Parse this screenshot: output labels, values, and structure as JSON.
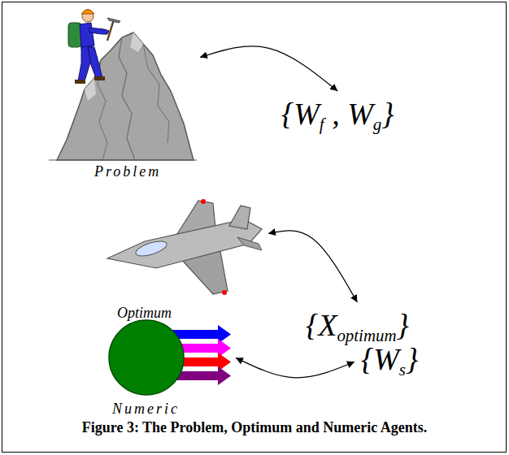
{
  "diagram": {
    "caption": "Figure 3: The Problem, Optimum and Numeric Agents.",
    "nodes": [
      {
        "text": [
          "Problem"
        ]
      },
      {
        "text": [
          "{Wf , Wg}"
        ]
      },
      {
        "text": [
          "Optimum"
        ]
      },
      {
        "text": [
          "{Xoptimum}"
        ]
      },
      {
        "text": [
          "Numeric"
        ]
      },
      {
        "text": [
          "{Ws}"
        ]
      }
    ],
    "edges": [
      {
        "from": 0,
        "to": 1,
        "arrow": "both"
      },
      {
        "from": 2,
        "to": 3,
        "arrow": "both"
      },
      {
        "from": 4,
        "to": 5,
        "arrow": "both"
      }
    ]
  }
}
